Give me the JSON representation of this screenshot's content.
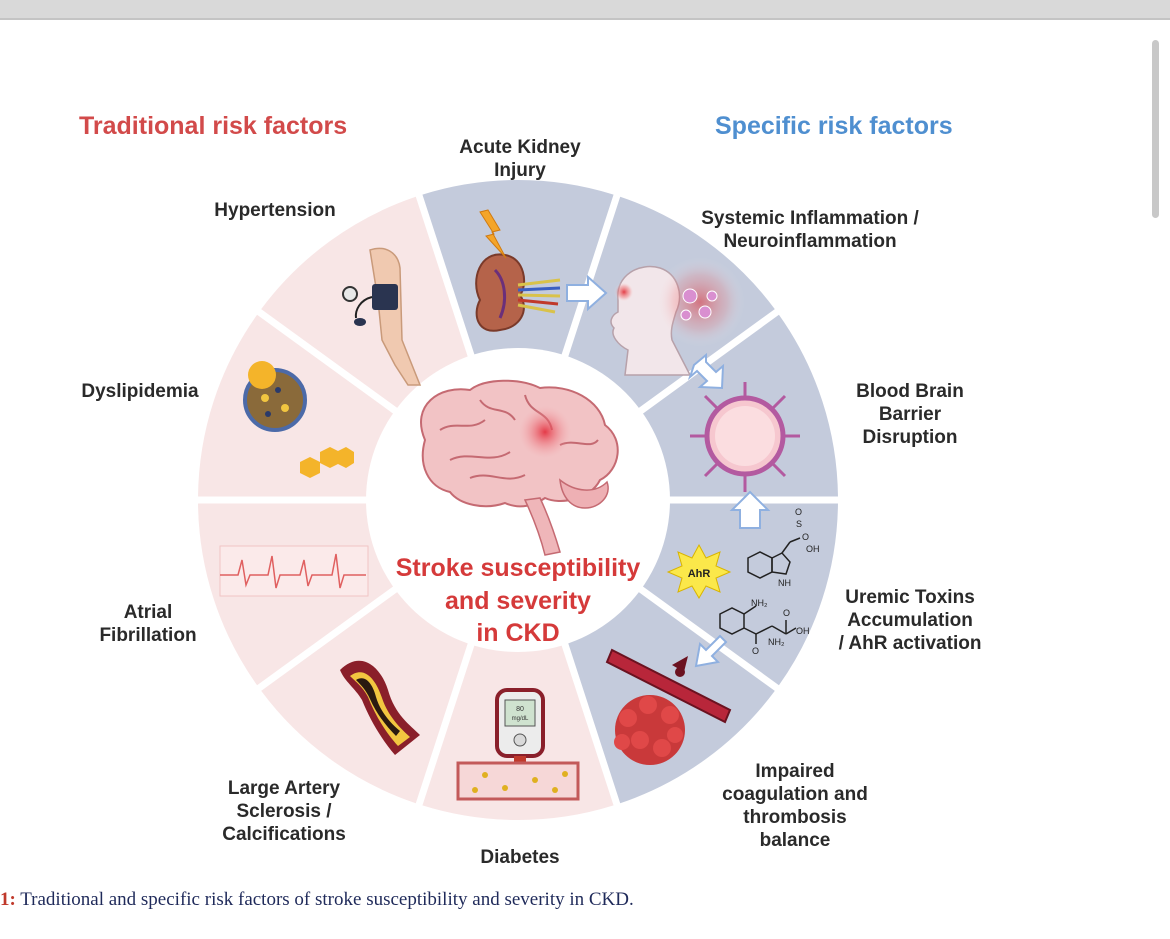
{
  "headings": {
    "traditional": "Traditional risk factors",
    "specific": "Specific risk factors"
  },
  "center": {
    "line1": "Stroke susceptibility",
    "line2": "and severity",
    "line3": "in CKD"
  },
  "labels": {
    "aki": [
      "Acute Kidney",
      "Injury"
    ],
    "inflammation": [
      "Systemic Inflammation /",
      "Neuroinflammation"
    ],
    "bbb": [
      "Blood Brain",
      "Barrier",
      "Disruption"
    ],
    "uremic": [
      "Uremic Toxins",
      "Accumulation",
      "/ AhR activation"
    ],
    "coagulation": [
      "Impaired",
      "coagulation and",
      "thrombosis",
      "balance"
    ],
    "diabetes": [
      "Diabetes"
    ],
    "artery": [
      "Large Artery",
      "Sclerosis /",
      "Calcifications"
    ],
    "afib": [
      "Atrial",
      "Fibrillation"
    ],
    "dyslipidemia": [
      "Dyslipidemia"
    ],
    "hypertension": [
      "Hypertension"
    ]
  },
  "icon_text": {
    "ahr": "AhR",
    "glucose_value": "80",
    "glucose_unit": "mg/dL",
    "o1": "O",
    "s": "S",
    "o2": "O",
    "oh1": "OH",
    "nh": "NH",
    "nh2_top": "NH₂",
    "o3": "O",
    "oh2": "OH",
    "nh2_bottom": "NH₂",
    "o4": "O"
  },
  "caption": {
    "number": "1:",
    "text": " Traditional and specific risk factors of stroke susceptibility and severity in CKD."
  },
  "colors": {
    "traditional_segment": "#f8e6e6",
    "specific_segment": "#c4cbdc",
    "traditional_heading": "#d24a4a",
    "specific_heading": "#4f8fd0",
    "center_text": "#d53a3a"
  }
}
